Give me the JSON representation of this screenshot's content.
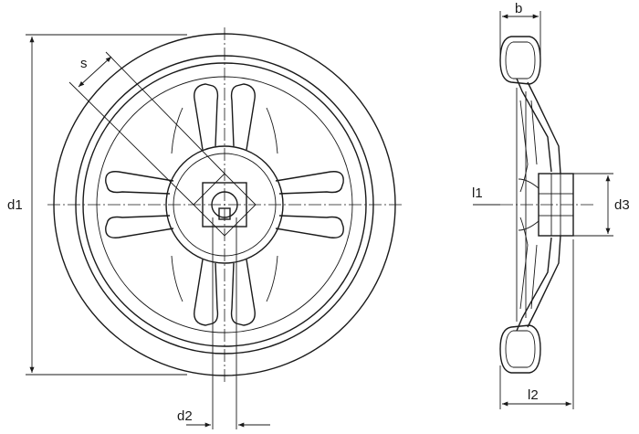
{
  "labels": {
    "d1": "d1",
    "s": "s",
    "d2": "d2",
    "b": "b",
    "l1": "l1",
    "d3": "d3",
    "l2": "l2"
  }
}
